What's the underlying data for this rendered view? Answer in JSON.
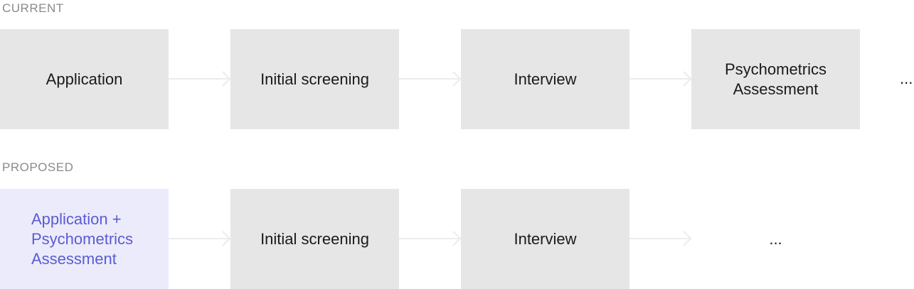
{
  "current": {
    "label": "CURRENT",
    "steps": [
      {
        "label": "Application"
      },
      {
        "label": "Initial screening"
      },
      {
        "label": "Interview"
      },
      {
        "label": "Psychometrics\nAssessment"
      }
    ],
    "trailing": "..."
  },
  "proposed": {
    "label": "PROPOSED",
    "steps": [
      {
        "label": "Application +\nPsychometrics\nAssessment",
        "highlight_color": "#5b5bd6",
        "highlight_bg": "#ebebfb"
      },
      {
        "label": "Initial screening"
      },
      {
        "label": "Interview"
      },
      {
        "label": "..."
      }
    ]
  },
  "colors": {
    "box": "#e6e6e6",
    "arrow": "#ececec",
    "section_label": "#8a8a8a"
  }
}
